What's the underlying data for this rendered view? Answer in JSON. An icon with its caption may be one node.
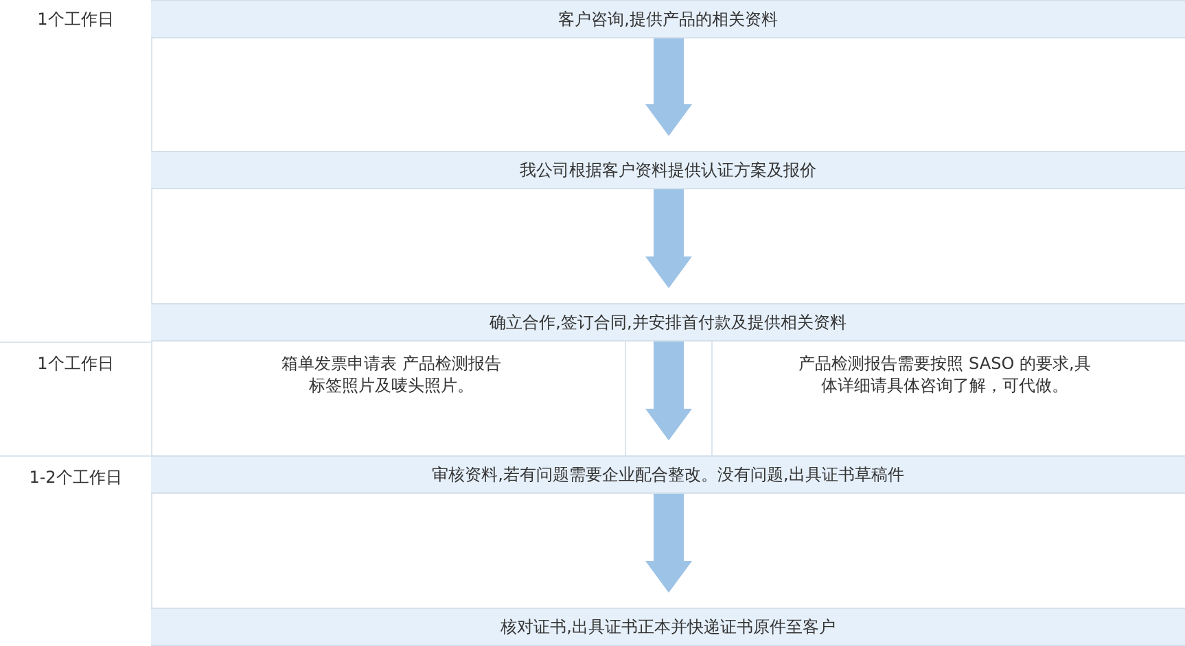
{
  "diagram": {
    "nodes": [
      {
        "text": [
          "客户咨询,提供产品的相关资料"
        ]
      },
      {
        "text": [
          "我公司根据客户资料提供认证方案及报价"
        ]
      },
      {
        "text": [
          "确立合作,签订合同,并安排首付款及提供相关资料"
        ]
      },
      {
        "text": [
          "审核资料,若有问题需要企业配合整改。没有问题,出具证书草稿件"
        ]
      },
      {
        "text": [
          "核对证书,出具证书正本并快递证书原件至客户"
        ]
      }
    ],
    "edges": [
      {
        "from": 0,
        "to": 1,
        "arrow": "to"
      },
      {
        "from": 1,
        "to": 2,
        "arrow": "to"
      },
      {
        "from": 2,
        "to": 3,
        "arrow": "to"
      },
      {
        "from": 3,
        "to": 4,
        "arrow": "to"
      }
    ],
    "labels": [
      "1个工作日",
      "1个工作日",
      "箱单发票申请表 产品检测报告标签照片及唛头照片。",
      "产品检测报告需要按照 SASO 的要求,具体详细请具体咨询了解，可代做。",
      "1-2个工作日"
    ]
  }
}
